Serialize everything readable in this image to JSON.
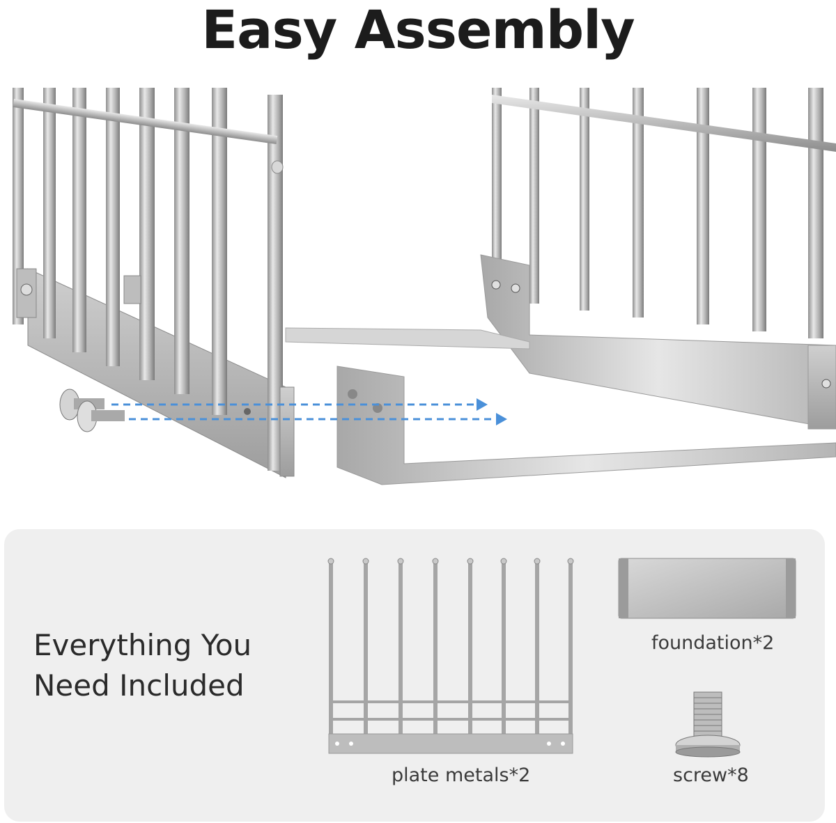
{
  "title": "Easy Assembly",
  "included": {
    "heading_line1": "Everything You",
    "heading_line2": "Need Included",
    "items": [
      {
        "label": "plate metals*2",
        "icon": "plate-metal-icon"
      },
      {
        "label": "foundation*2",
        "icon": "foundation-icon"
      },
      {
        "label": "screw*8",
        "icon": "screw-icon"
      }
    ]
  },
  "colors": {
    "title": "#1c1c1c",
    "panel_bg": "#efefef",
    "metal": "#b9b9b9",
    "arrow": "#4a90d9"
  }
}
